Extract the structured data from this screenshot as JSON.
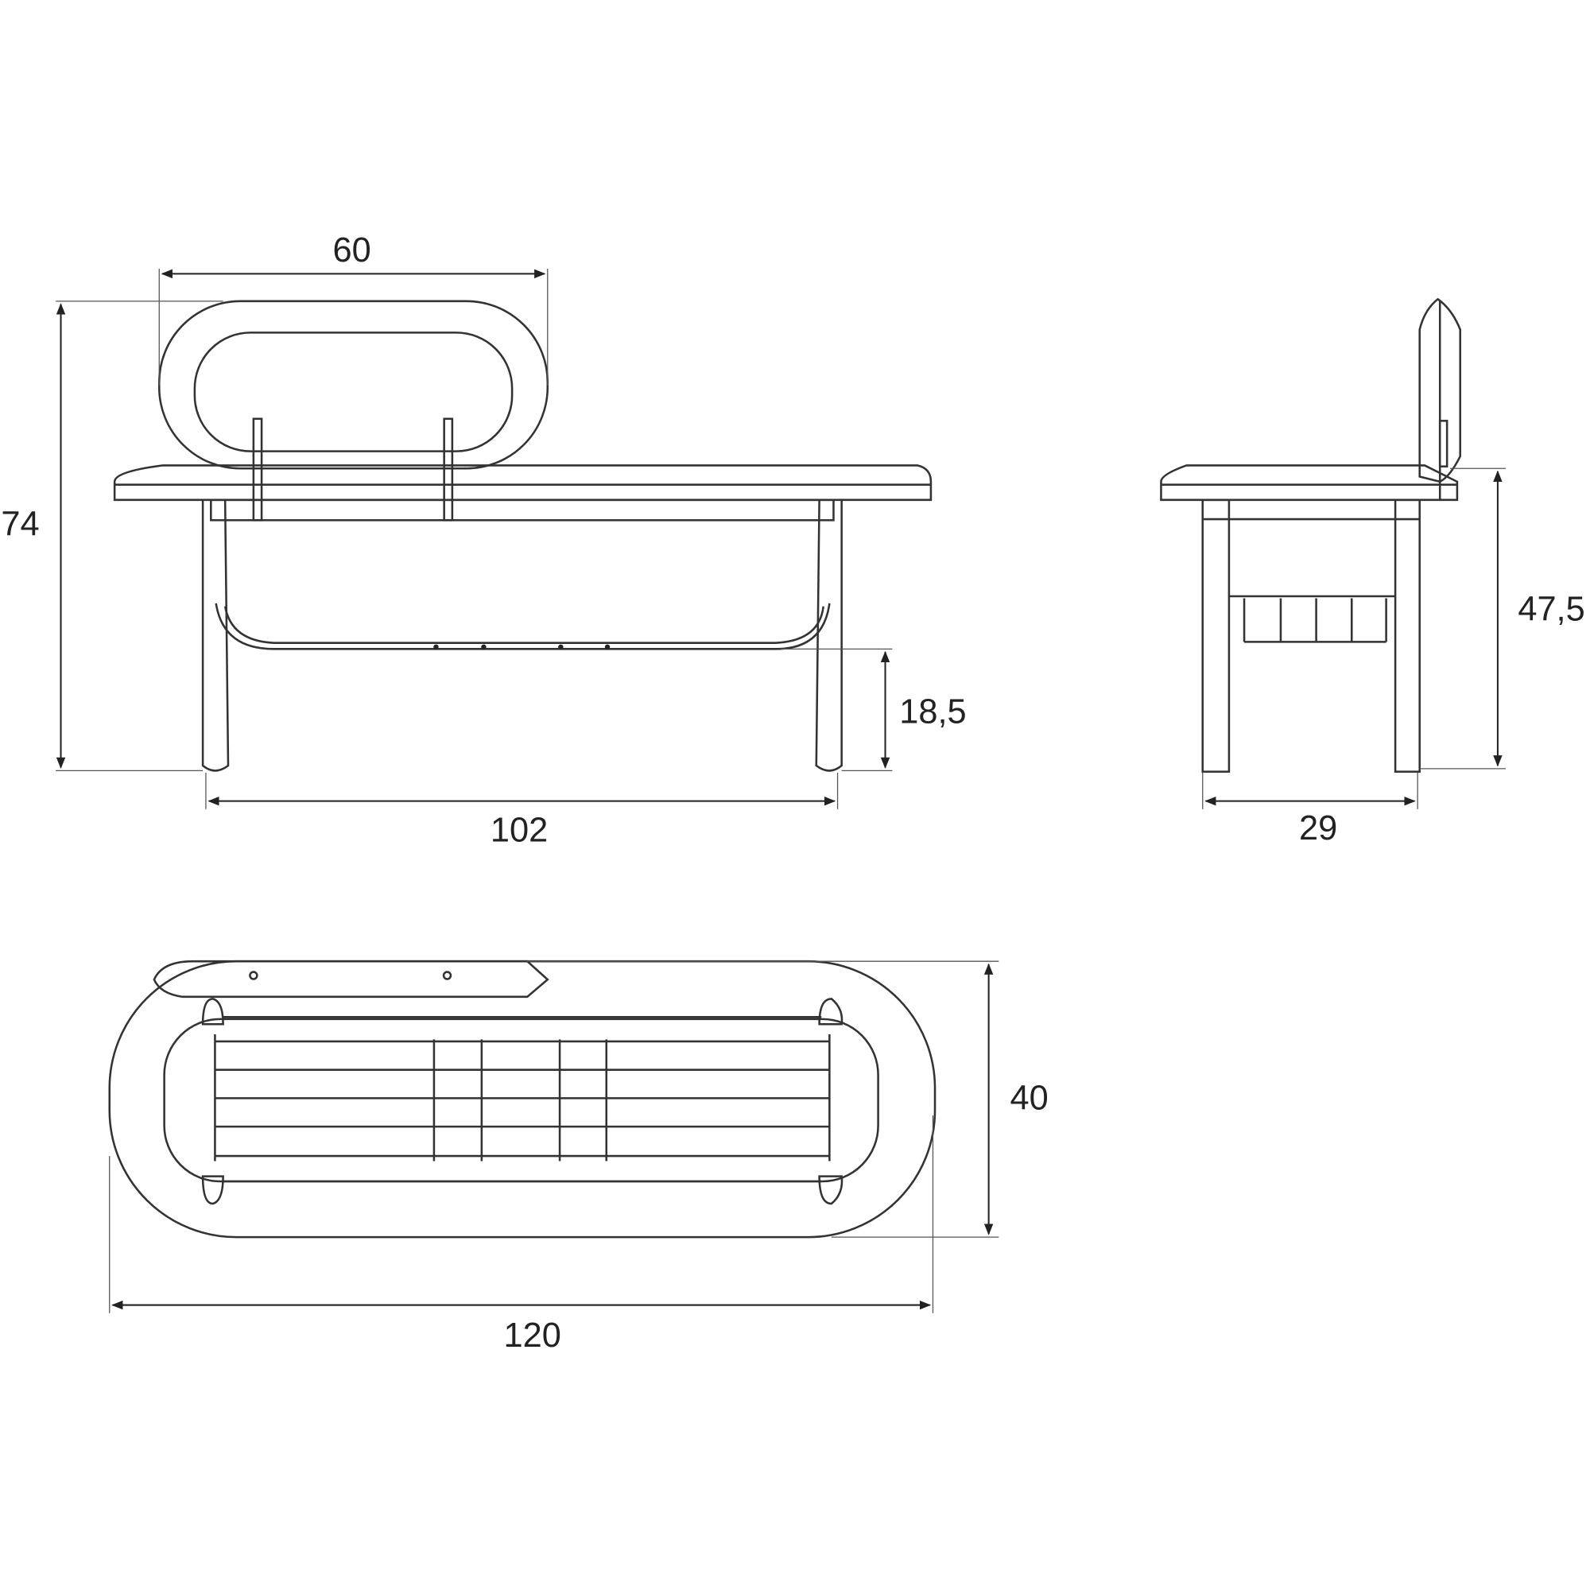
{
  "drawing": {
    "front_view": {
      "backrest_width": "60",
      "total_height": "74",
      "shelf_height": "18,5",
      "leg_span": "102"
    },
    "side_view": {
      "seat_height": "47,5",
      "depth": "29"
    },
    "top_view": {
      "width": "40",
      "length": "120"
    },
    "colors": {
      "line": "#333333",
      "background": "#ffffff"
    }
  }
}
